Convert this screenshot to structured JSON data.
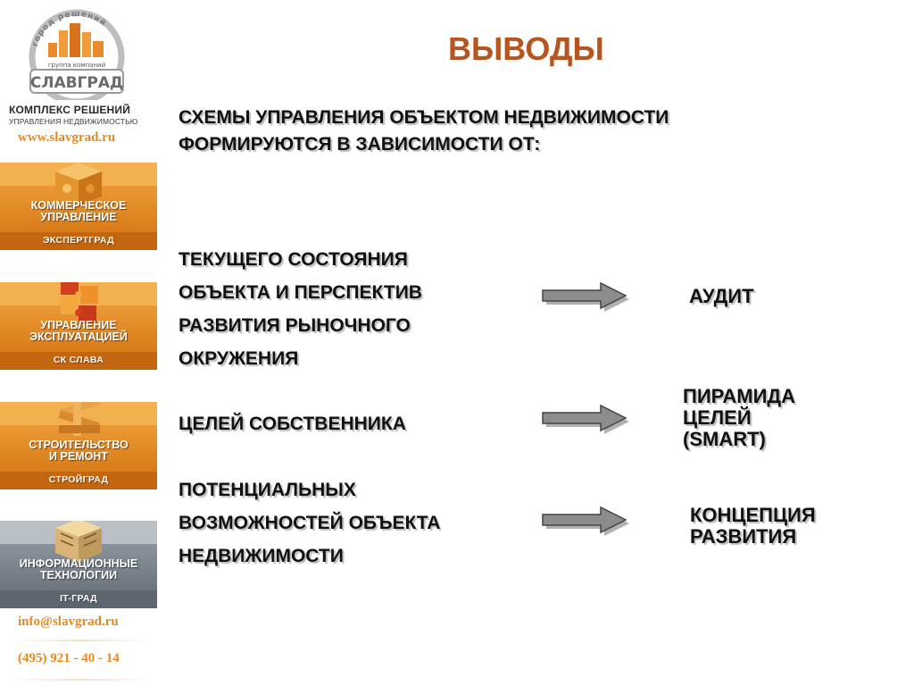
{
  "sidebar": {
    "logo": {
      "arc_text": "город решений",
      "group_text": "группа компаний",
      "brand": "СЛАВГРАД"
    },
    "brand_title": "КОМПЛЕКС РЕШЕНИЙ",
    "brand_subtitle": "УПРАВЛЕНИЯ НЕДВИЖИМОСТЬЮ",
    "website": "www.slavgrad.ru",
    "tiles": [
      {
        "label": "КОММЕРЧЕСКОЕ\nУПРАВЛЕНИЕ",
        "sub": "ЭКСПЕРТГРАД",
        "theme": "orange",
        "icon": "cube-icon"
      },
      {
        "label": "УПРАВЛЕНИЕ\nЭКСПЛУАТАЦИЕЙ",
        "sub": "СК СЛАВА",
        "theme": "orange",
        "icon": "puzzle-icon"
      },
      {
        "label": "СТРОИТЕЛЬСТВО\nИ РЕМОНТ",
        "sub": "СТРОЙГРАД",
        "theme": "orange",
        "icon": "wood-blocks-icon"
      },
      {
        "label": "ИНФОРМАЦИОННЫЕ\nТЕХНОЛОГИИ",
        "sub": "IT-ГРАД",
        "theme": "grey",
        "icon": "maze-cube-icon"
      }
    ],
    "email": "info@slavgrad.ru",
    "phone": "(495) 921 - 40 - 14"
  },
  "main": {
    "title": "ВЫВОДЫ",
    "intro": "СХЕМЫ УПРАВЛЕНИЯ ОБЪЕКТОМ НЕДВИЖИМОСТИ\nФОРМИРУЮТСЯ В ЗАВИСИМОСТИ ОТ:",
    "rows": [
      {
        "factor": "ТЕКУЩЕГО СОСТОЯНИЯ\nОБЪЕКТА И ПЕРСПЕКТИВ\nРАЗВИТИЯ РЫНОЧНОГО\nОКРУЖЕНИЯ",
        "result": "АУДИТ"
      },
      {
        "factor": "ЦЕЛЕЙ СОБСТВЕННИКА",
        "result": "ПИРАМИДА\nЦЕЛЕЙ\n(SMART)"
      },
      {
        "factor": "ПОТЕНЦИАЛЬНЫХ\nВОЗМОЖНОСТЕЙ ОБЪЕКТА\nНЕДВИЖИМОСТИ",
        "result": "КОНЦЕПЦИЯ\nРАЗВИТИЯ"
      }
    ]
  },
  "colors": {
    "title": "#b8551e",
    "accent_orange": "#e8891c",
    "tile_orange": "#d97b18",
    "tile_grey": "#6c757d",
    "arrow_grey": "#8c8c8c"
  }
}
